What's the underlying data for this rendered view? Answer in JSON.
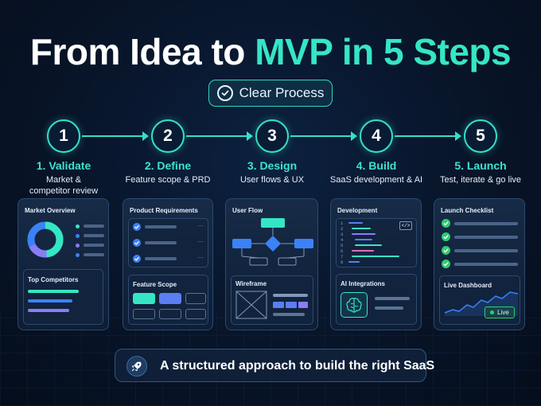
{
  "header": {
    "title_lead": "From Idea to ",
    "title_accent": "MVP in 5 Steps",
    "badge": "Clear Process"
  },
  "steps": [
    {
      "num": "1",
      "title": "1. Validate",
      "subtitle_line1": "Market &",
      "subtitle_line2": "competitor review"
    },
    {
      "num": "2",
      "title": "2. Define",
      "subtitle_line1": "Feature scope & PRD",
      "subtitle_line2": ""
    },
    {
      "num": "3",
      "title": "3. Design",
      "subtitle_line1": "User flows & UX",
      "subtitle_line2": ""
    },
    {
      "num": "4",
      "title": "4. Build",
      "subtitle_line1": "SaaS development & AI",
      "subtitle_line2": ""
    },
    {
      "num": "5",
      "title": "5. Launch",
      "subtitle_line1": "Test, iterate & go live",
      "subtitle_line2": ""
    }
  ],
  "cards": {
    "validate": {
      "panel_a": "Market Overview",
      "panel_b": "Top Competitors"
    },
    "define": {
      "panel_a": "Product Requirements",
      "panel_b": "Feature Scope"
    },
    "design": {
      "panel_a": "User Flow",
      "panel_b": "Wireframe"
    },
    "build": {
      "panel_a": "Development",
      "panel_b": "AI Integrations",
      "line_numbers": [
        "1",
        "2",
        "3",
        "4",
        "5",
        "6",
        "7",
        "8"
      ]
    },
    "launch": {
      "panel_a": "Launch Checklist",
      "panel_b": "Live Dashboard",
      "live_badge": "Live"
    }
  },
  "footer": {
    "text": "A structured approach to build the right SaaS"
  },
  "colors": {
    "accent": "#35e6c4",
    "blue": "#3b82f6",
    "background": "#081428"
  },
  "icons": {
    "badge": "check-circle-icon",
    "footer": "rocket-icon",
    "ai": "brain-icon",
    "code": "code-icon"
  }
}
